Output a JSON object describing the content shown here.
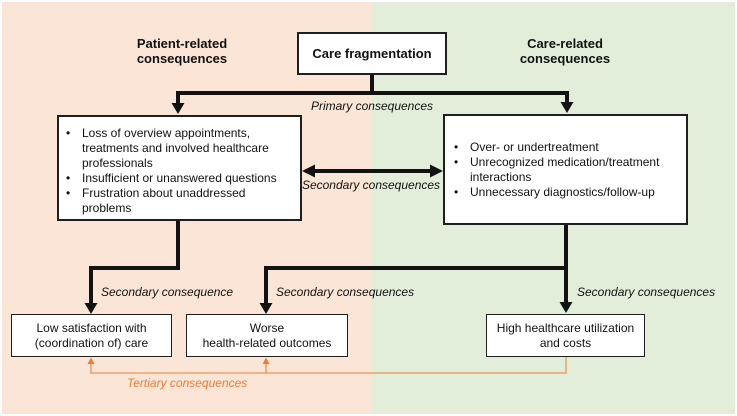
{
  "title_box": {
    "label": "Care fragmentation"
  },
  "headings": {
    "patient": {
      "line1": "Patient-related",
      "line2": "consequences"
    },
    "care": {
      "line1": "Care-related",
      "line2": "consequences"
    }
  },
  "arrow_labels": {
    "primary": "Primary consequences",
    "secondary_between": "Secondary consequences",
    "secondary_low_satisfaction": "Secondary consequence",
    "secondary_worse_outcomes": "Secondary consequences",
    "secondary_high_utilization": "Secondary consequences",
    "tertiary": "Tertiary consequences"
  },
  "boxes": {
    "patient_consequences": {
      "items": [
        "Loss of overview appointments, treatments and involved healthcare professionals",
        "Insufficient or unanswered questions",
        "Frustration about unaddressed problems"
      ]
    },
    "care_consequences": {
      "items": [
        "Over- or undertreatment",
        "Unrecognized medication/treatment interactions",
        "Unnecessary diagnostics/follow-up"
      ]
    },
    "low_satisfaction": {
      "line1": "Low satisfaction with",
      "line2": "(coordination of) care"
    },
    "worse_outcomes": {
      "line1": "Worse",
      "line2": "health-related outcomes"
    },
    "high_utilization": {
      "line1": "High healthcare utilization",
      "line2": "and costs"
    }
  },
  "colors": {
    "patient_panel_background": "#fbe5d6",
    "care_panel_background": "#e2eeda",
    "box_background": "#ffffff",
    "box_border": "#1f1f1f",
    "arrow_black": "#121212",
    "tertiary_orange": "#ed7d31"
  }
}
